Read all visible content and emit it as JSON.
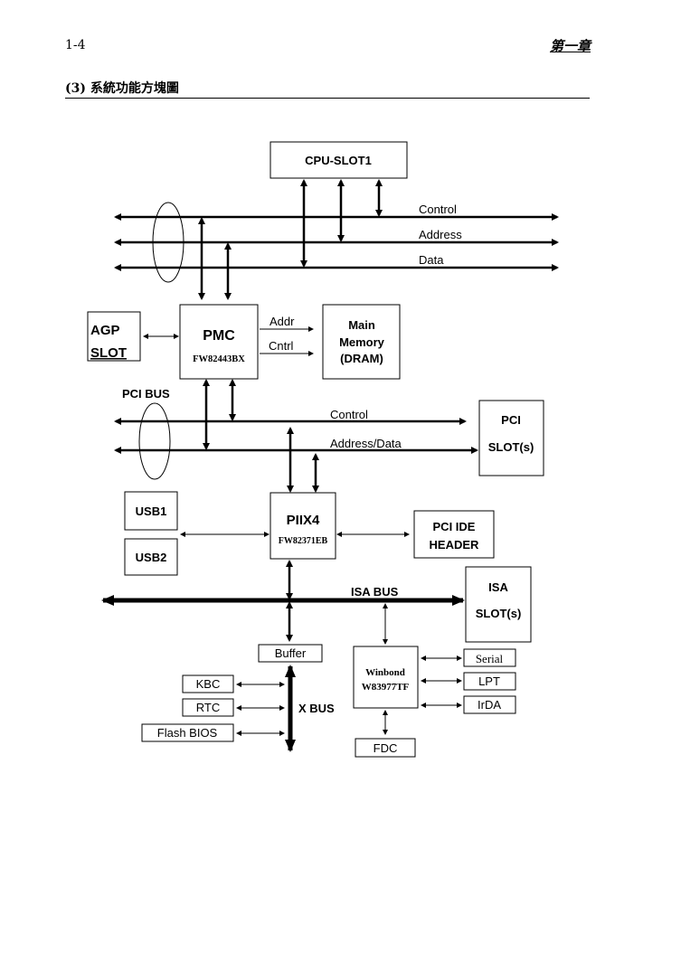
{
  "header": {
    "page_number": "1-4",
    "chapter": "第一章",
    "section_title": "(3) 系統功能方塊圖"
  },
  "diagram": {
    "cpu": "CPU-SLOT1",
    "bus_control": "Control",
    "bus_address": "Address",
    "bus_data": "Data",
    "agp_line1": "AGP",
    "agp_line2": "SLOT",
    "pmc_title": "PMC",
    "pmc_chip": "FW82443BX",
    "addr": "Addr",
    "cntrl": "Cntrl",
    "mem_line1": "Main",
    "mem_line2": "Memory",
    "mem_line3": "(DRAM)",
    "pci_bus": "PCI BUS",
    "pci_control": "Control",
    "pci_addrdata": "Address/Data",
    "pci_slot_line1": "PCI",
    "pci_slot_line2": "SLOT(s)",
    "usb1": "USB1",
    "usb2": "USB2",
    "piix_title": "PIIX4",
    "piix_chip": "FW82371EB",
    "ide_line1": "PCI IDE",
    "ide_line2": "HEADER",
    "isa_bus": "ISA BUS",
    "isa_slot_line1": "ISA",
    "isa_slot_line2": "SLOT(s)",
    "buffer": "Buffer",
    "winbond_line1": "Winbond",
    "winbond_line2": "W83977TF",
    "serial": "Serial",
    "lpt": "LPT",
    "irda": "IrDA",
    "kbc": "KBC",
    "rtc": "RTC",
    "flash": "Flash BIOS",
    "xbus": "X BUS",
    "fdc": "FDC"
  }
}
